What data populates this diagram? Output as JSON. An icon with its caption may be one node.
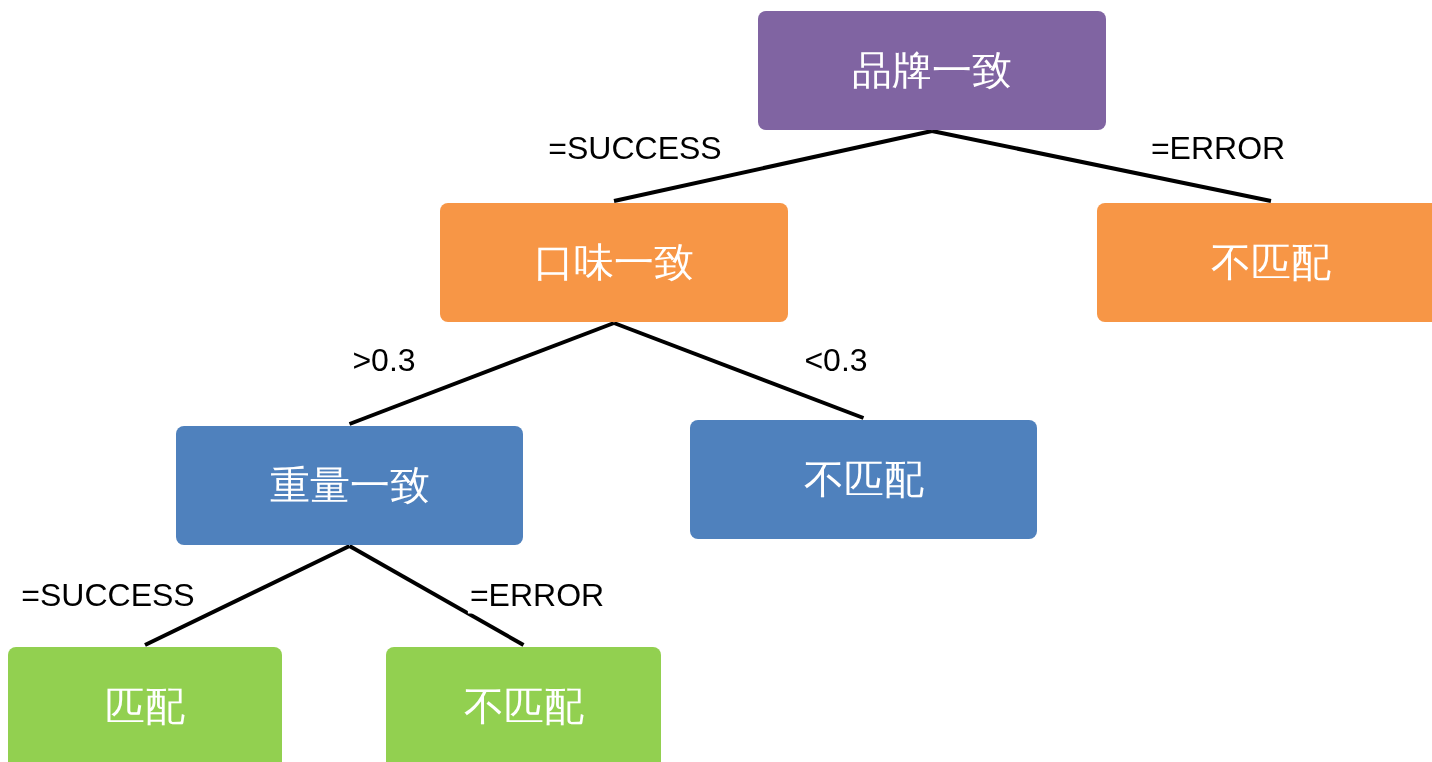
{
  "diagram": {
    "nodes": [
      {
        "text": [
          "品牌一致"
        ]
      },
      {
        "text": [
          "口味一致"
        ]
      },
      {
        "text": [
          "不匹配"
        ]
      },
      {
        "text": [
          "重量一致"
        ]
      },
      {
        "text": [
          "不匹配"
        ]
      },
      {
        "text": [
          "匹配"
        ]
      },
      {
        "text": [
          "不匹配"
        ]
      }
    ],
    "edges": [
      {
        "from": 0,
        "to": 1,
        "arrow": "none",
        "label": "=SUCCESS"
      },
      {
        "from": 0,
        "to": 2,
        "arrow": "none",
        "label": "=ERROR"
      },
      {
        "from": 1,
        "to": 3,
        "arrow": "none",
        "label": ">0.3"
      },
      {
        "from": 1,
        "to": 4,
        "arrow": "none",
        "label": "<0.3"
      },
      {
        "from": 3,
        "to": 5,
        "arrow": "none",
        "label": "=SUCCESS"
      },
      {
        "from": 3,
        "to": 6,
        "arrow": "none",
        "label": "=ERROR"
      }
    ]
  }
}
